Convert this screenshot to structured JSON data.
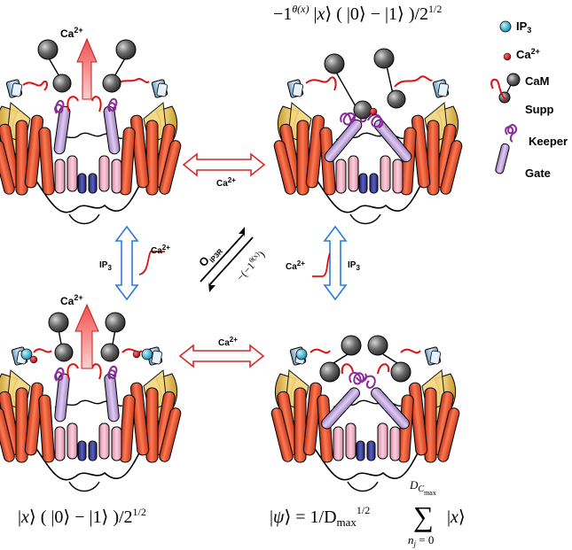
{
  "formulas": {
    "top": {
      "prefix": "−1",
      "exponent": "θ(x)",
      "ket_x": "x",
      "open": " ( ",
      "ket0": "0",
      "minus": " − ",
      "ket1": "1",
      "close": " )/2",
      "root": "1/2"
    },
    "bottom_left": {
      "ket_x": "x",
      "open": " ( ",
      "ket0": "0",
      "minus": " − ",
      "ket1": "1",
      "close": " )/2",
      "root": "1/2"
    },
    "bottom_right": {
      "ket_psi": "ψ",
      "eq": " = 1/D",
      "max_sub": "max",
      "root": "1/2",
      "sum": "∑",
      "sum_upper": "D",
      "sum_upper_sub": "C",
      "sum_upper_subsub": "max",
      "sum_lower": "n",
      "sum_lower_sub": "j",
      "sum_lower_eq": " = 0",
      "ket_x": "x"
    }
  },
  "labels": {
    "ca_top_left": "Ca",
    "ca_top_left_sup": "2+",
    "ca_bottom_left": "Ca",
    "ca_bottom_left_sup": "2+",
    "ca_arrow_top": "Ca",
    "ca_arrow_top_sup": "2+",
    "ca_arrow_bottom": "Ca",
    "ca_arrow_bottom_sup": "2+",
    "ip3_left": "IP",
    "ip3_left_sub": "3",
    "ip3_right": "IP",
    "ip3_right_sub": "3",
    "ca_left_mid": "Ca",
    "ca_left_mid_sup": "2+",
    "ca_right_mid": "Ca",
    "ca_right_mid_sup": "2+",
    "oip3r": "O",
    "oip3r_sub": "IP3R",
    "neg_op": "−(−1",
    "neg_op_exp": "θ(x)",
    "neg_op_close": ")"
  },
  "legend": {
    "items": [
      {
        "label": "IP",
        "sub": "3",
        "icon": "ip3-icon"
      },
      {
        "label": "Ca",
        "sup": "2+",
        "icon": "calcium-icon"
      },
      {
        "label": "CaM",
        "icon": "calmodulin-icon"
      },
      {
        "label": "Supp",
        "icon": "suppressor-icon"
      },
      {
        "label": "Keeper",
        "icon": "keeper-icon"
      },
      {
        "label": "Gate",
        "icon": "gate-icon"
      }
    ]
  },
  "colors": {
    "helix_red": "#e8502e",
    "helix_pink": "#f2b4c8",
    "helix_blue": "#3b3e92",
    "gate_lavender": "#c4a6de",
    "calm_gray": "#555555",
    "suppressor_red": "#e01010",
    "keeper_purple": "#8a2a9a",
    "gold": "#e9c35a",
    "ip3_cyan": "#1fb0d0",
    "calcium_red": "#c80000",
    "red_arrow": "#d42a2a",
    "blue_arrow": "#2b7bdc"
  }
}
